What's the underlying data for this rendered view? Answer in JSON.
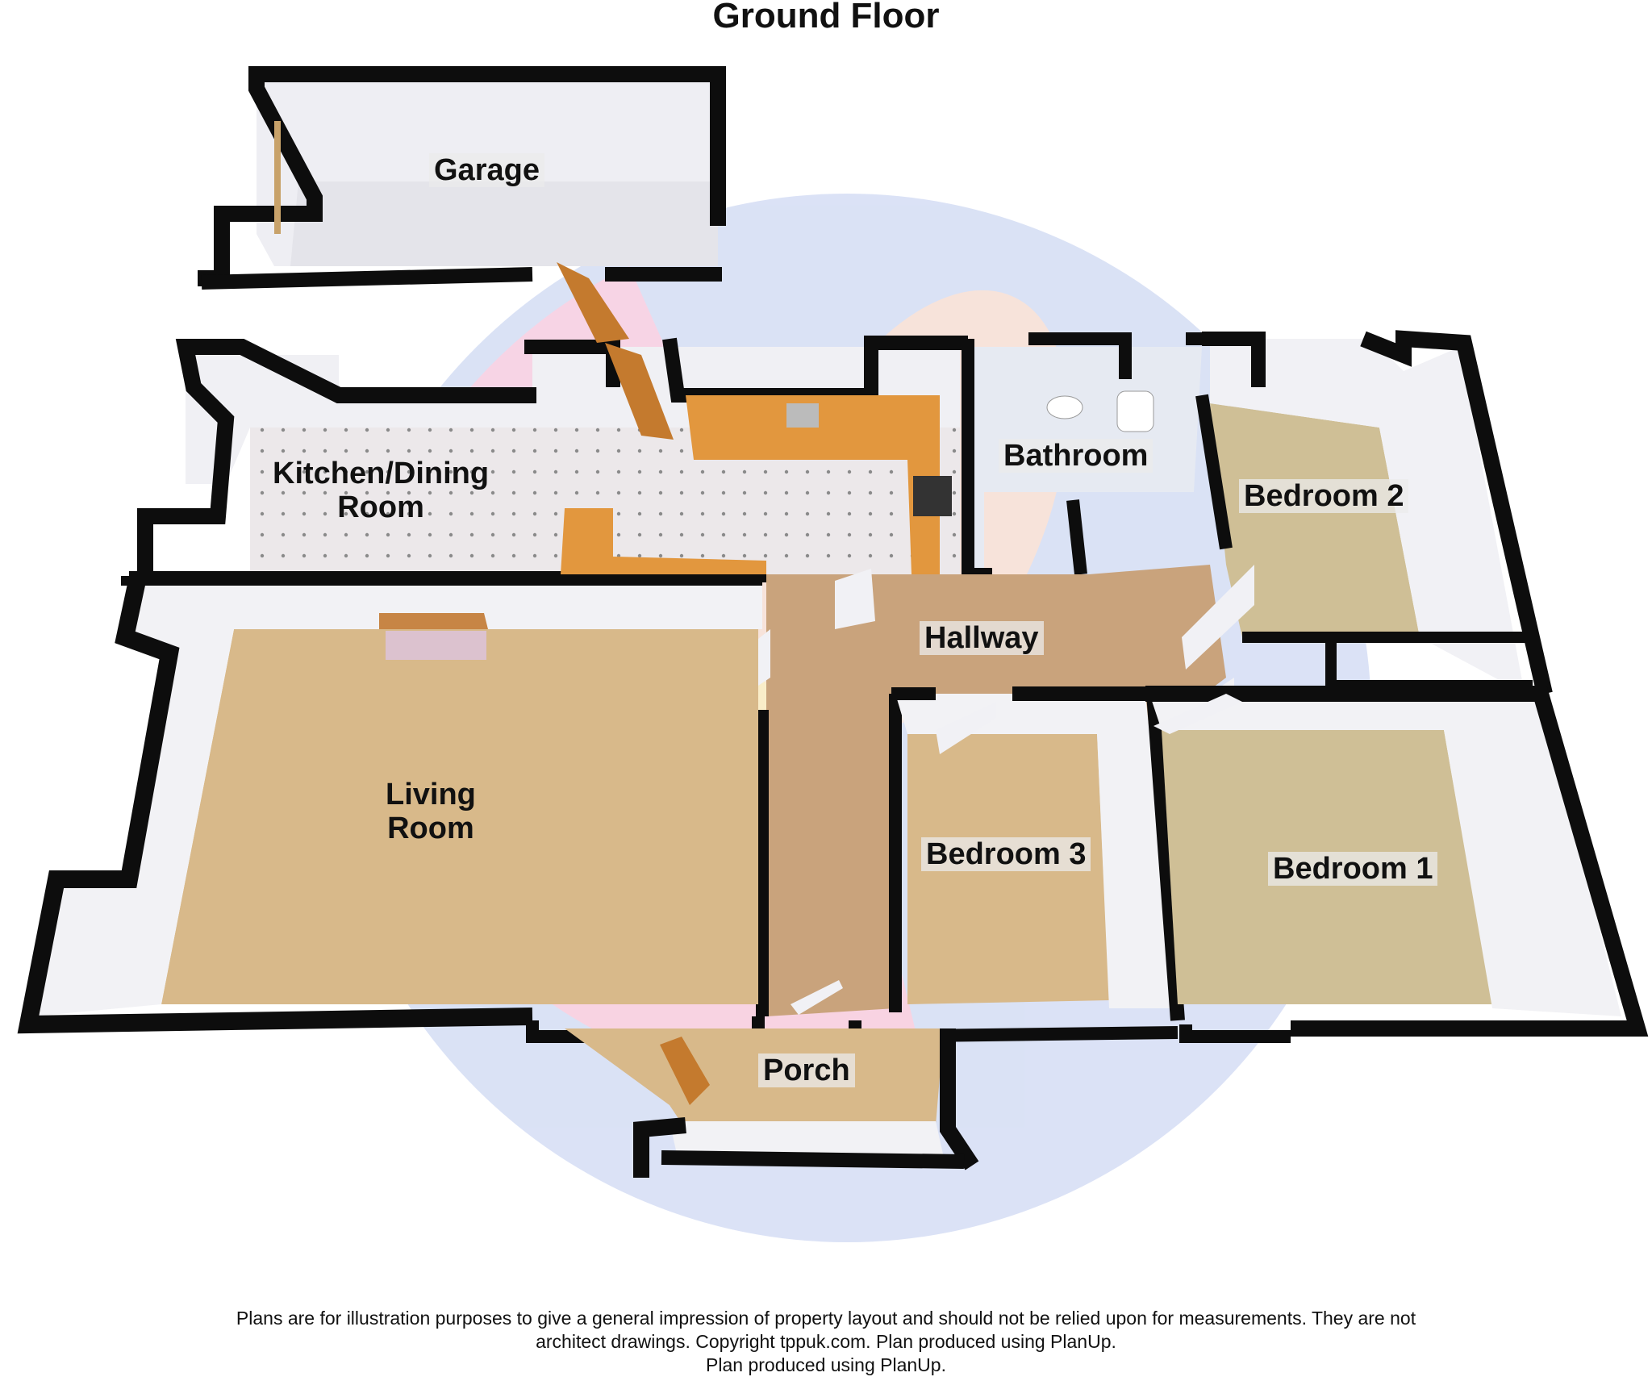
{
  "title": "Ground Floor",
  "rooms": {
    "garage": "Garage",
    "kitchen_line1": "Kitchen/Dining",
    "kitchen_line2": "Room",
    "bathroom": "Bathroom",
    "bedroom2": "Bedroom 2",
    "hallway": "Hallway",
    "living_line1": "Living",
    "living_line2": "Room",
    "bedroom3": "Bedroom 3",
    "bedroom1": "Bedroom 1",
    "porch": "Porch"
  },
  "disclaimer": {
    "line1": "Plans are for illustration purposes to give a general impression of property layout and should not be relied upon for measurements. They are not",
    "line2": "architect drawings. Copyright tppuk.com. Plan produced using PlanUp.",
    "line3": "Plan produced using PlanUp."
  },
  "colors": {
    "wall": "#0d0d0d",
    "wall_face": "#f2f2f5",
    "carpet": "#d8b98a",
    "hall_carpet": "#c9a37c",
    "bedroom_carpet": "#cfbf96",
    "tile_floor": "#ece8ea",
    "worktop": "#e2973e",
    "watermark_blue": "#b9c8ef",
    "watermark_pink": "#f0b4d2",
    "watermark_yellow": "#f4e2a6"
  }
}
